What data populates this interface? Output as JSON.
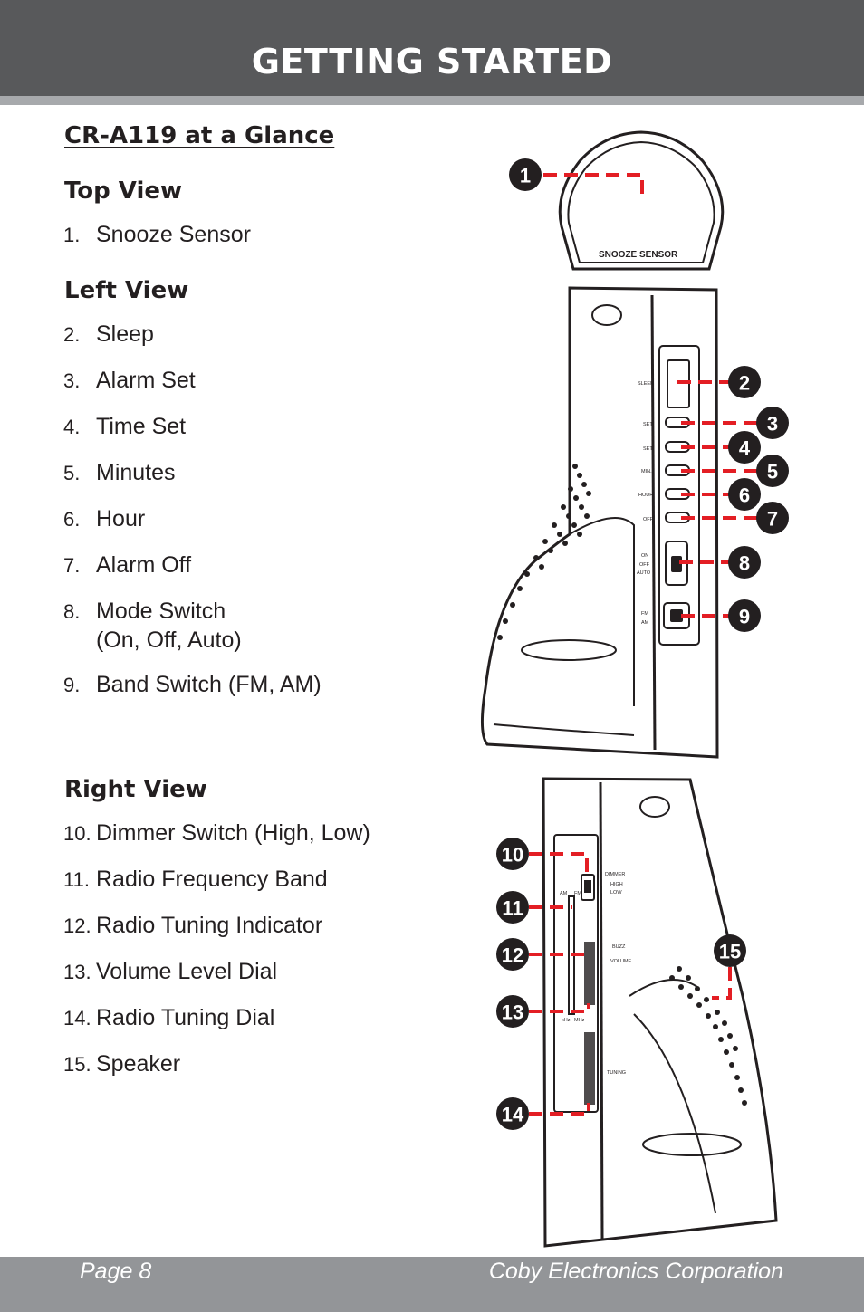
{
  "header": {
    "title": "GETTING STARTED"
  },
  "section_title": "CR-A119 at a Glance",
  "top_view": {
    "heading": "Top View",
    "items": [
      {
        "num": "1.",
        "label": "Snooze Sensor"
      }
    ]
  },
  "left_view": {
    "heading": "Left View",
    "items": [
      {
        "num": "2.",
        "label": "Sleep"
      },
      {
        "num": "3.",
        "label": "Alarm Set"
      },
      {
        "num": "4.",
        "label": "Time Set"
      },
      {
        "num": "5.",
        "label": "Minutes"
      },
      {
        "num": "6.",
        "label": "Hour"
      },
      {
        "num": "7.",
        "label": "Alarm Off"
      },
      {
        "num": "8.",
        "label": "Mode Switch",
        "label2": "(On, Off, Auto)"
      },
      {
        "num": "9.",
        "label": "Band Switch (FM, AM)"
      }
    ]
  },
  "right_view": {
    "heading": "Right View",
    "items": [
      {
        "num": "10.",
        "label": "Dimmer Switch (High, Low)"
      },
      {
        "num": "11.",
        "label": "Radio Frequency Band"
      },
      {
        "num": "12.",
        "label": "Radio Tuning Indicator"
      },
      {
        "num": "13.",
        "label": "Volume Level Dial"
      },
      {
        "num": "14.",
        "label": "Radio Tuning Dial"
      },
      {
        "num": "15.",
        "label": "Speaker"
      }
    ]
  },
  "figure": {
    "top_label": "SNOOZE SENSOR",
    "left_labels": {
      "sleep": "SLEEP",
      "alarm_set": "SET",
      "time_set": "SET",
      "minutes": "MIN.",
      "hour": "HOUR",
      "alarm_off": "OFF",
      "mode_on": "ON",
      "mode_off": "OFF",
      "mode_auto": "AUTO",
      "band_fm": "FM",
      "band_am": "AM"
    },
    "right_labels": {
      "dimmer": "DIMMER",
      "high": "HIGH",
      "low": "LOW",
      "buzz": "BUZZ",
      "volume": "VOLUME",
      "tuning": "TUNING",
      "am": "AM",
      "fm": "FM",
      "khz": "kHz",
      "mhz": "MHz"
    },
    "callouts": [
      "1",
      "2",
      "3",
      "4",
      "5",
      "6",
      "7",
      "8",
      "9",
      "10",
      "11",
      "12",
      "13",
      "14",
      "15"
    ],
    "accent_color": "#e31e24"
  },
  "footer": {
    "page": "Page 8",
    "company": "Coby Electronics Corporation"
  }
}
